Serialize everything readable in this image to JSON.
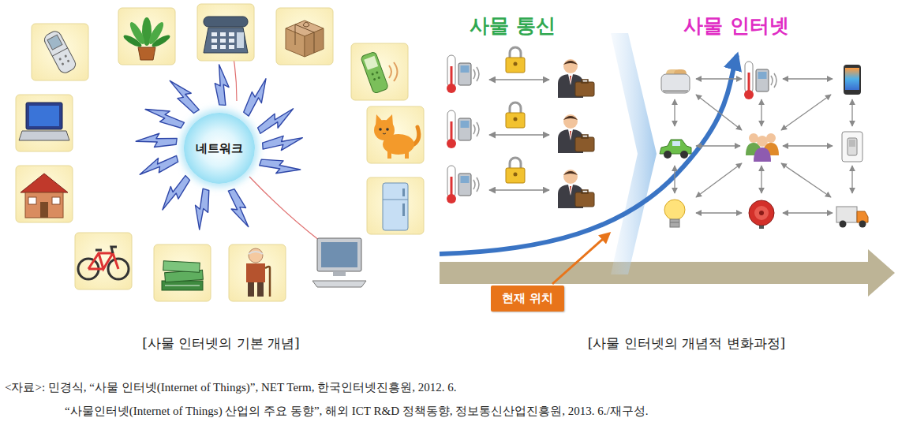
{
  "diagram": {
    "nodes": [
      {
        "text": [
          "네트워크"
        ]
      },
      {
        "text": [
          "현재 위치"
        ]
      }
    ],
    "labels": [
      "사물 통신",
      "사물 인터넷",
      "[사물 인터넷의 기본 개념]",
      "[사물 인터넷의 개념적 변화과정]",
      "<자료>: 민경식, “사물 인터넷(Internet of Things)”, NET Term, 한국인터넷진흥원, 2012. 6.",
      "“사물인터넷(Internet of Things) 산업의 주요 동향”, 해외 ICT R&D 정책동향, 정보통신산업진흥원, 2013. 6./재구성."
    ]
  }
}
